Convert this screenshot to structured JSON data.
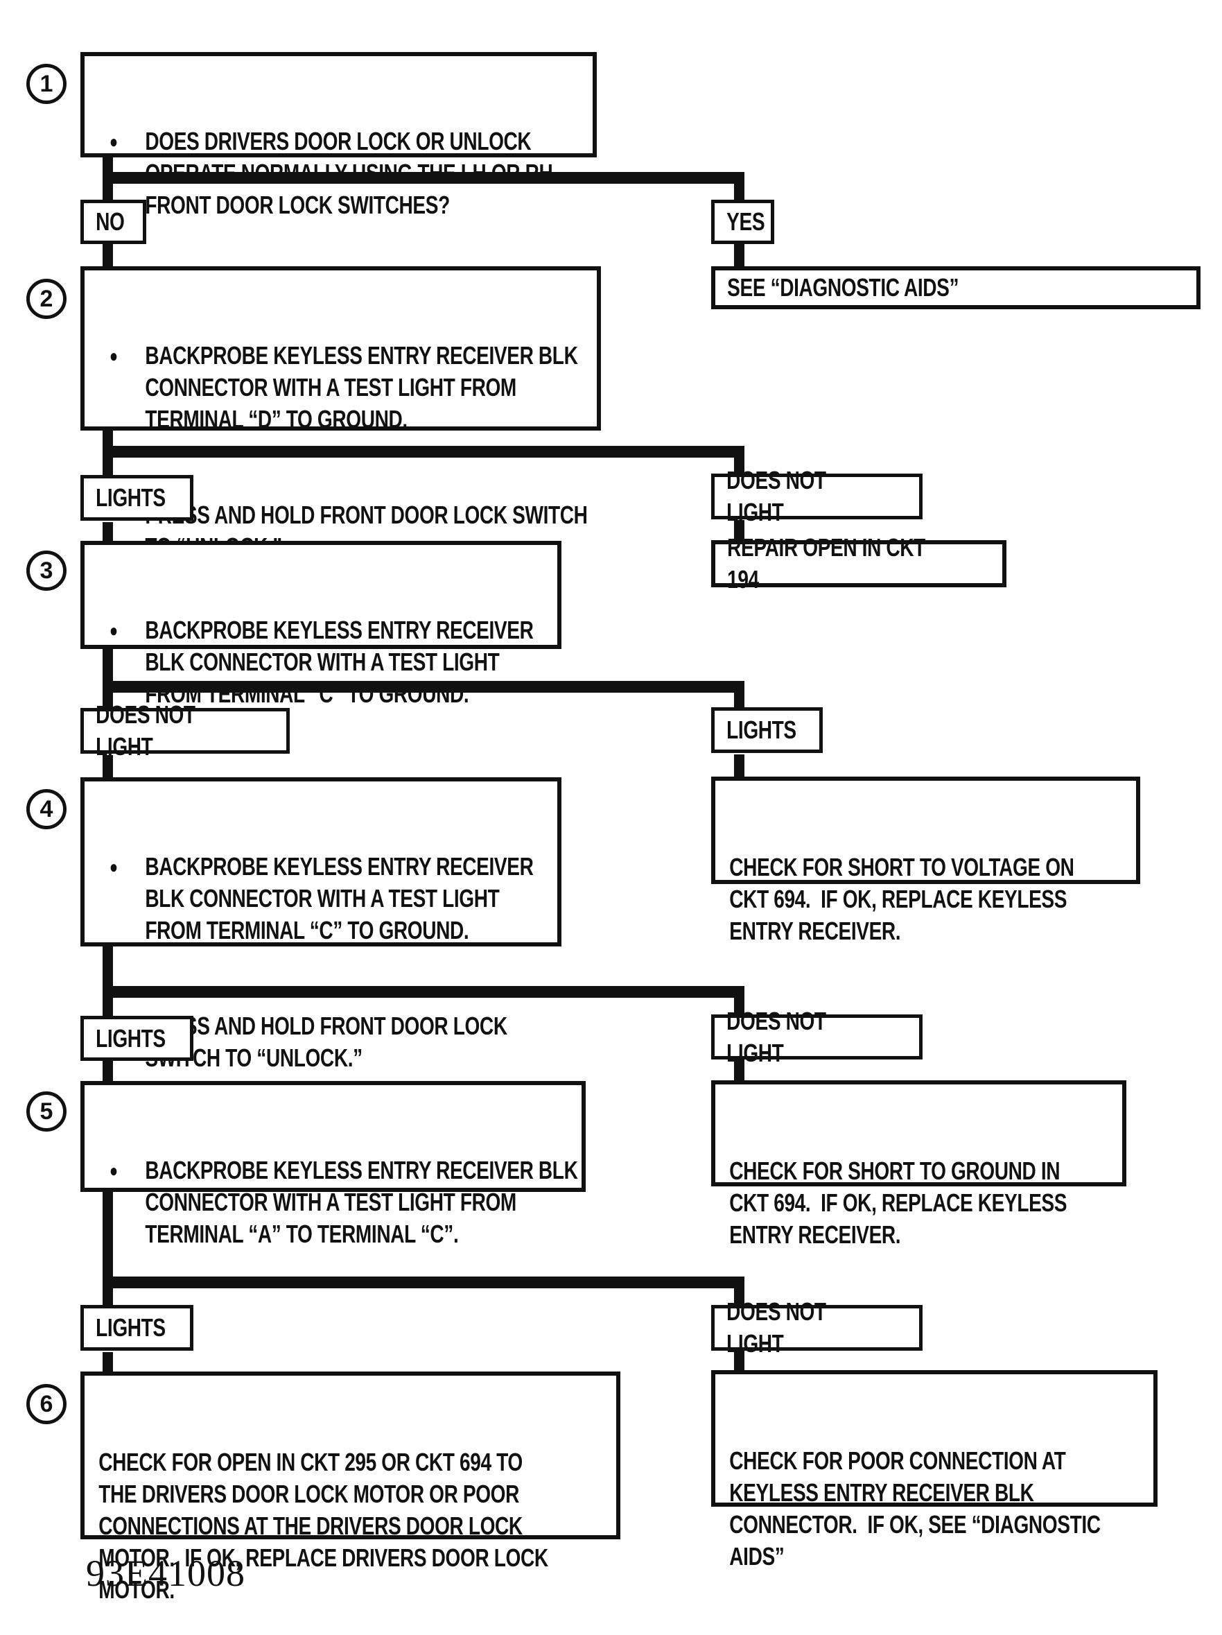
{
  "colors": {
    "ink": "#111111",
    "paper": "#ffffff"
  },
  "icons": {
    "bullet": "●"
  },
  "figure_code": "93E41008",
  "steps": [
    {
      "number": "1",
      "bullets": [
        "DOES DRIVERS DOOR LOCK OR UNLOCK OPERATE NORMALLY USING THE LH OR RH FRONT DOOR LOCK SWITCHES?"
      ]
    },
    {
      "number": "2",
      "bullets": [
        "BACKPROBE KEYLESS ENTRY RECEIVER BLK CONNECTOR WITH A TEST LIGHT FROM TERMINAL “D” TO GROUND.",
        "PRESS AND HOLD FRONT DOOR LOCK SWITCH TO “UNLOCK.”"
      ]
    },
    {
      "number": "3",
      "bullets": [
        "BACKPROBE KEYLESS ENTRY RECEIVER BLK CONNECTOR WITH A TEST LIGHT FROM TERMINAL “C” TO GROUND."
      ]
    },
    {
      "number": "4",
      "bullets": [
        "BACKPROBE KEYLESS ENTRY RECEIVER BLK CONNECTOR WITH A TEST LIGHT FROM TERMINAL “C” TO GROUND.",
        "PRESS AND HOLD FRONT DOOR LOCK SWITCH TO “UNLOCK.”"
      ]
    },
    {
      "number": "5",
      "bullets": [
        "BACKPROBE KEYLESS ENTRY RECEIVER BLK CONNECTOR WITH A TEST LIGHT FROM TERMINAL “A” TO TERMINAL “C”."
      ]
    },
    {
      "number": "6",
      "text": "CHECK FOR OPEN IN CKT 295 OR CKT 694 TO THE DRIVERS DOOR LOCK MOTOR OR POOR CONNECTIONS AT THE DRIVERS DOOR LOCK MOTOR.  IF OK, REPLACE DRIVERS DOOR LOCK MOTOR."
    }
  ],
  "branches": [
    {
      "left": "NO",
      "right": "YES"
    },
    {
      "left": "LIGHTS",
      "right": "DOES NOT LIGHT"
    },
    {
      "left": "DOES NOT LIGHT",
      "right": "LIGHTS"
    },
    {
      "left": "LIGHTS",
      "right": "DOES NOT LIGHT"
    },
    {
      "left": "LIGHTS",
      "right": "DOES NOT LIGHT"
    }
  ],
  "results": [
    {
      "text": "SEE “DIAGNOSTIC AIDS”"
    },
    {
      "text": "REPAIR OPEN IN CKT 194"
    },
    {
      "text": "CHECK FOR SHORT TO VOLTAGE ON CKT 694.  IF OK, REPLACE KEYLESS ENTRY RECEIVER."
    },
    {
      "text": "CHECK FOR SHORT TO GROUND IN CKT 694.  IF OK, REPLACE KEYLESS ENTRY RECEIVER."
    },
    {
      "text": "CHECK FOR POOR CONNECTION AT KEYLESS ENTRY RECEIVER BLK CONNECTOR.  IF OK, SEE “DIAGNOSTIC AIDS”"
    }
  ]
}
